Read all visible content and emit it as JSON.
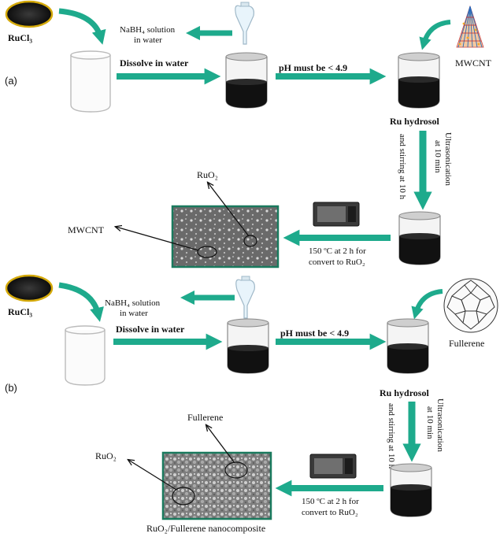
{
  "panel_a": {
    "label": "(a)",
    "precursor": "RuCl₃",
    "reducer": "NaBH₄ solution",
    "reducer_sub": "in water",
    "dissolve": "Dissolve in water",
    "ph": "pH must be < 4.9",
    "support": "MWCNT",
    "hydrosol": "Ru hydrosol",
    "sonication_line1": "Ultrasonication",
    "sonication_line2": "at 10 min",
    "sonication_line3": "and stirring at 10 h",
    "heat_line1": "150 ºC at 2 h for",
    "heat_line2": "convert to RuO₂",
    "sem_label_top": "RuO₂",
    "sem_label_left": "MWCNT"
  },
  "panel_b": {
    "label": "(b)",
    "precursor": "RuCl₃",
    "reducer": "NaBH₄ solution",
    "reducer_sub": "in water",
    "dissolve": "Dissolve in water",
    "ph": "pH must be < 4.9",
    "support": "Fullerene",
    "hydrosol": "Ru hydrosol",
    "sonication_line1": "Ultrasonication",
    "sonication_line2": "at 10 min",
    "sonication_line3": "and stirring at 10 h",
    "heat_line1": "150 ºC at 2 h for",
    "heat_line2": "convert to RuO₂",
    "sem_label_top": "Fullerene",
    "sem_label_left": "RuO₂",
    "caption": "RuO₂/Fullerene nanocomposite"
  },
  "colors": {
    "arrow": "#1eaa8c",
    "liquid": "#111111",
    "sem_border": "#1a7a5e"
  }
}
